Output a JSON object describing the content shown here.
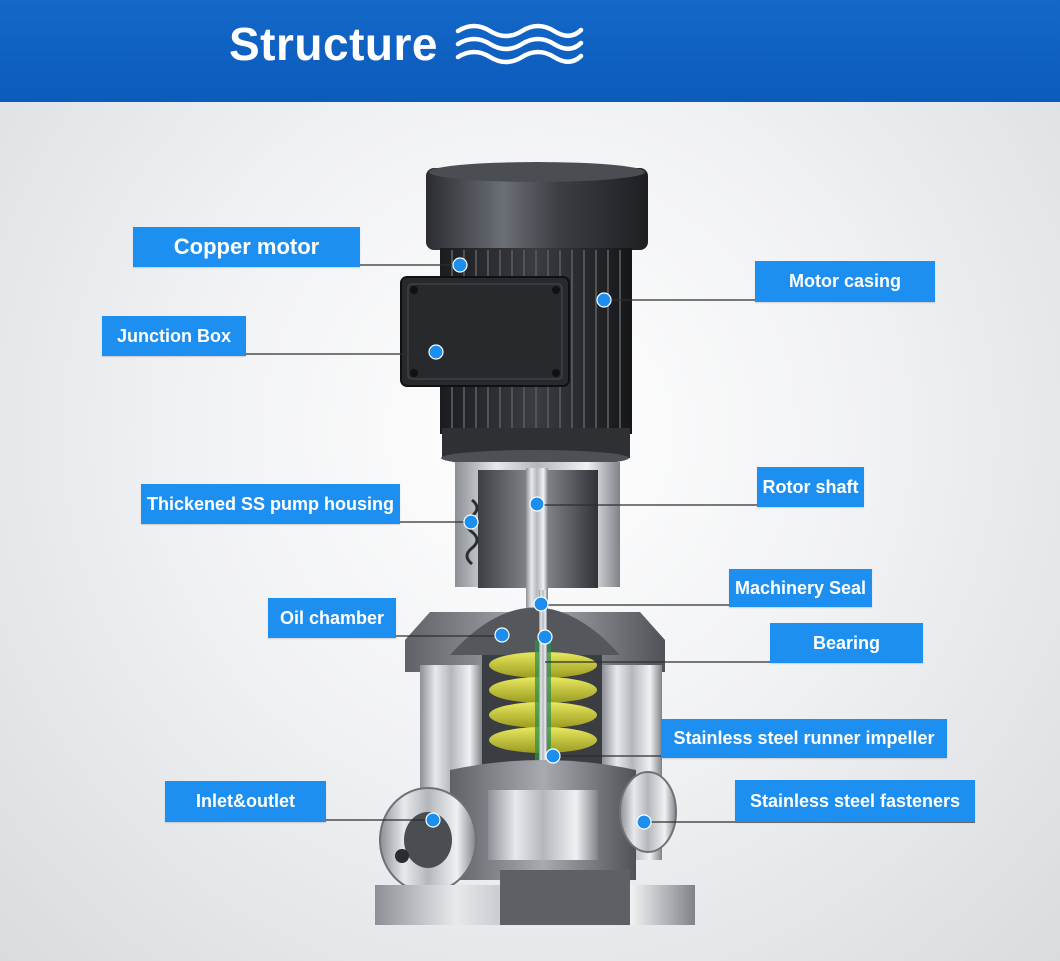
{
  "header": {
    "title": "Structure",
    "icon": "waves-icon",
    "background": "#0b5bbb"
  },
  "colors": {
    "label_bg": "#1c8ff0",
    "dot": "#1a8ff0",
    "leader": "#2d2d2d"
  },
  "labels": {
    "copper_motor": "Copper motor",
    "junction_box": "Junction Box",
    "motor_casing": "Motor casing",
    "thickened_housing": "Thickened SS pump housing",
    "rotor_shaft": "Rotor shaft",
    "machinery_seal": "Machinery Seal",
    "oil_chamber": "Oil chamber",
    "bearing": "Bearing",
    "runner_impeller": "Stainless steel runner impeller",
    "inlet_outlet": "Inlet&outlet",
    "fasteners": "Stainless steel fasteners"
  }
}
